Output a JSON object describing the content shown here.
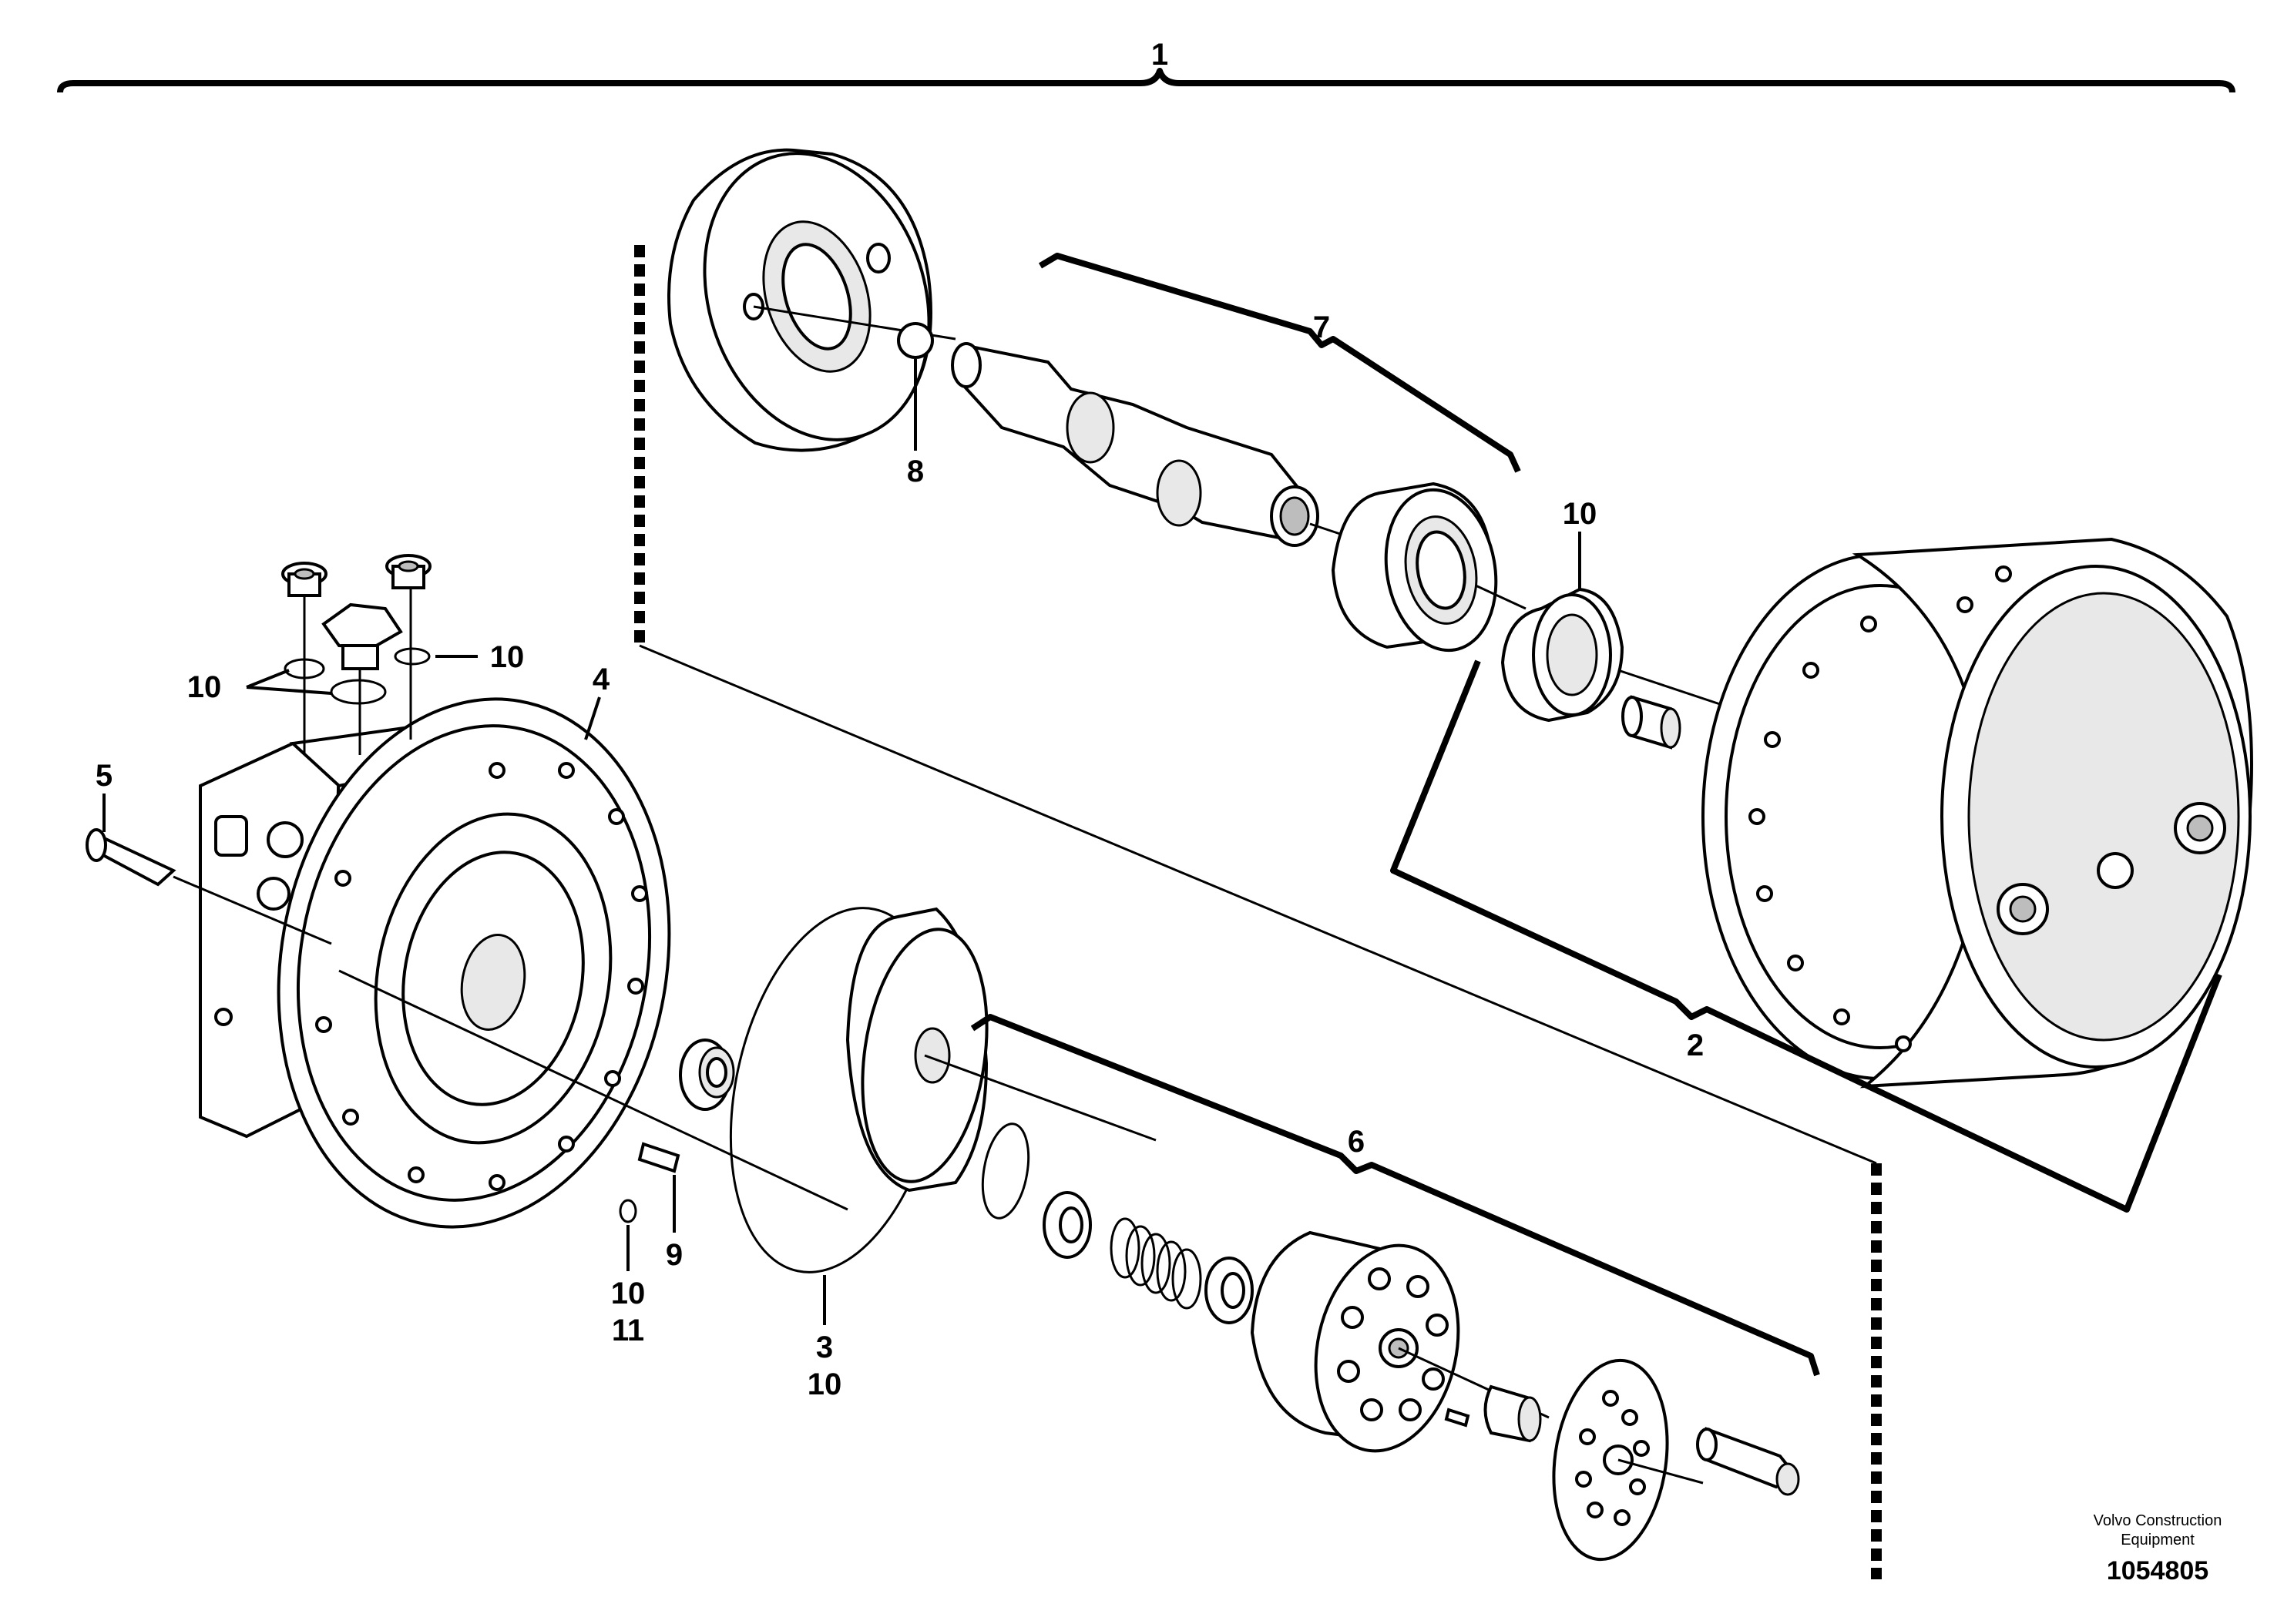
{
  "callouts": {
    "c1": "1",
    "c2": "2",
    "c3": "3",
    "c3b": "10",
    "c4": "4",
    "c5": "5",
    "c6": "6",
    "c7": "7",
    "c8": "8",
    "c9": "9",
    "c10_top": "10",
    "c10_left": "10",
    "c10_right": "10",
    "c10_key": "10",
    "c11_key": "11"
  },
  "credit": {
    "company_line1": "Volvo Construction",
    "company_line2": "Equipment",
    "drawing_number": "1054805"
  }
}
